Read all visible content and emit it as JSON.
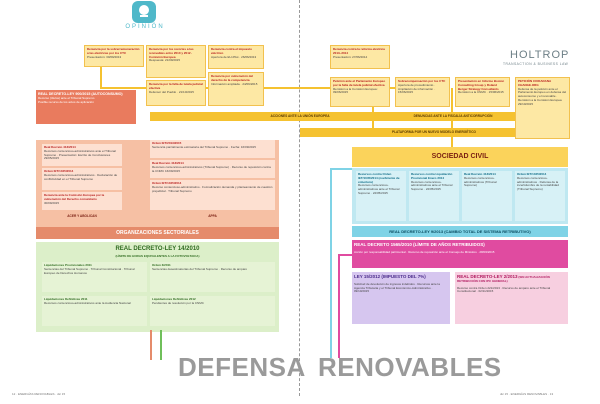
{
  "header": {
    "section": "OPINIÓN",
    "brand": "HOLTROP",
    "brand_sub": "TRANSACTION & BUSINESS LAW"
  },
  "left_top": [
    {
      "t": "Denuncia por la sobrerremuneración a las eléctricas por los CTC",
      "s": "Presentación: 30/09/2013"
    },
    {
      "t": "Denuncia por los recortes a las renovables entre 2010 y 2012 · Comisión Europea",
      "s": "Respuesta: 21/09/2015"
    },
    {
      "t": "Denuncia contra el impuesto eléctrico",
      "s": "Apertura de EU-Pilot · 26/06/2013"
    },
    {
      "t": "Denuncia por la falta de tutela judicial efectiva",
      "s": "Defensor del Pueblo · 21/10/2015"
    },
    {
      "t": "Denuncia por vulneración del derecho de la competencia",
      "s": "Información ampliada · 24/09/2015"
    }
  ],
  "left_rd900": {
    "t": "REAL DECRETO-LEY 900/2015 (AUTOCONSUMO)",
    "items": [
      "Recurso (títulos) ante el Tribunal Supremo",
      "Posible recurso de los actos de aplicación"
    ]
  },
  "left_mid": [
    {
      "t": "Real Decreto 413/2014",
      "s": "Recursos contencioso-administrativos ante el Tribunal Supremo · Presentación: Escrito de Conclusiones 29/05/2015"
    },
    {
      "t": "Orden IET/1045/2014",
      "s": "Recursos contencioso-administrativos · Declaración de conflictividad en el Tribunal Supremo"
    },
    {
      "t": "Denuncia ante la Comisión Europea por la vulneración del Derecho comunitario",
      "s": "30/09/2015"
    },
    {
      "t": "Orden IET/2013/2015",
      "s": "Sentencia parcialmente estimatoria del Tribunal Supremo · Fecha: 16/09/2015"
    },
    {
      "t": "Real Decreto 413/2014",
      "s": "Recursos contencioso-administrativos (Tribunal Supremo) · Recurso de reposición contra la CNMC 16/09/2015"
    },
    {
      "t": "Orden IET/1045/2014",
      "s": "Recurso contencioso-administrativo · Formalización demanda y planteamiento de cuestión prejudicial · Tribunal Supremo"
    }
  ],
  "left_small": [
    "ACER Y ABOLICAN",
    "APPA"
  ],
  "left_org": "ORGANIZACIONES SECTORIALES",
  "left_rdl": {
    "t": "REAL DECRETO-LEY 14/2010",
    "sub": "(LÍMITE DE HORAS EQUIVALENTES A LA FOTOVOLTAICA)"
  },
  "left_bottom": [
    {
      "t": "Liquidaciones Provisionales 2011",
      "s": "Sentencias del Tribunal Supremo · Tribunal Constitucional · Tribunal Europeo de Derechos Humanos"
    },
    {
      "t": "Liquidaciones Definitivas 2011",
      "s": "Recursos contencioso-administrativos ante la Audiencia Nacional"
    },
    {
      "t": "Orden 3/2011",
      "s": "Sentencias desestimatorias del Tribunal Supremo · Recurso de amparo"
    },
    {
      "t": "Liquidaciones Definitivas 2012",
      "s": "Pendientes de resolución por la CNMC"
    }
  ],
  "right_top": [
    {
      "t": "Denuncia contra la reforma eléctrica 2013–2014",
      "s": "Presentación: 27/06/2014"
    },
    {
      "t": "Petición ante el Parlamento Europeo por la falta de tutela judicial efectiva",
      "s": "Remisión a la Comisión Europea: 09/06/2015"
    },
    {
      "t": "Sobrecompensación por los CTC",
      "s": "Apertura de procedimiento · Ampliación de información · 15/06/2015"
    },
    {
      "t": "Presentación en Informe Boston Consulting Group y Roland Berger Strategy Consultants",
      "s": "Remisión a la CNMC · 15/06/2015"
    },
    {
      "t": "PETICIÓN CIUDADANA CHANGE.ORG",
      "s": "Defensa de la petición ante el Parlamento Europeo en defensa del autoconsumo y el renovable · Remisión a la Comisión Europea 29/10/2015"
    }
  ],
  "right_bars": {
    "ue": "ACCIONES ANTE LA UNIÓN EUROPEA",
    "fiscal": "DENUNCIAS ANTE LA FISCALÍA ANTICORRUPCIÓN",
    "plataforma": "PLATAFORMA POR UN NUEVO MODELO ENERGÉTICO",
    "civil": "SOCIEDAD CIVIL"
  },
  "right_mid": [
    {
      "t": "Recursos contra Orden IET/1045/2014 (coeficiente de cobertura)",
      "s": "Recursos contencioso-administrativos ante el Tribunal Supremo · 22/05/2015"
    },
    {
      "t": "Recursos contra Liquidación Provisional Enero 2014",
      "s": "Recursos contencioso-administrativos ante el Tribunal Supremo · 22/05/2015"
    },
    {
      "t": "Real Decreto 413/2014",
      "s": "Recursos contencioso-administrativos (Tribunal Supremo)"
    },
    {
      "t": "Orden IET/1045/2014",
      "s": "Recursos contencioso-administrativos · Defensa de la incertidumbre de la rentabilidad (Tribunal Supremo)"
    }
  ],
  "right_rdl9": "REAL DECRETO-LEY 9/2013 (CAMBIO TOTAL DE SISTEMA RETRIBUTIVO)",
  "right_rd1565": {
    "t": "REAL DECRETO 1565/2010 (LÍMITE DE AÑOS RETRIBUIDOS)",
    "s": "Acción por responsabilidad patrimonial · Recurso de reposición ante el Consejo de Ministros · 28/03/2015"
  },
  "right_ley15": {
    "t": "LEY 15/2012 (IMPUESTO DEL 7%)",
    "s": "Solicitud de devolución de ingresos indebidos · Recursos ante la Agencia Tributaria y el Tribunal Económico-Administrativo · 09/10/2015"
  },
  "right_rdl2": {
    "t": "REAL DECRETO-LEY 2/2013",
    "sub": "(SIN ACTUALIZACIÓN RETRIBUCIÓN CON IPC GENERAL)",
    "s": "Recurso contra Orden 221/2013 · Recurso de amparo ante el Tribunal Constitucional · 02/11/2015"
  },
  "titles": {
    "left": "DEFENSA",
    "right": "RENOVABLES"
  },
  "footer": {
    "left": "12 · ENERGÍAS RENOVABLES · dic 15",
    "right": "dic 15 · ENERGÍAS RENOVABLES · 13"
  }
}
